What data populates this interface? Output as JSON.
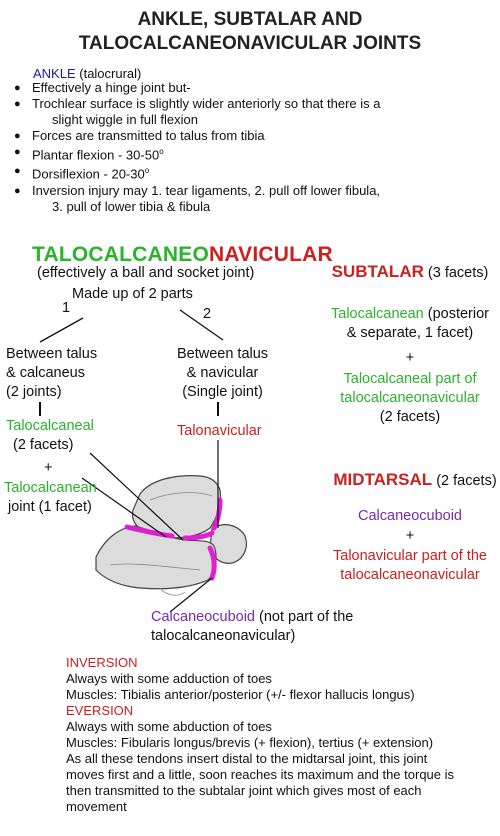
{
  "title": {
    "line1": "ANKLE, SUBTALAR AND",
    "line2": "TALOCALCANEONAVICULAR JOINTS"
  },
  "ankle": {
    "heading": "ANKLE",
    "heading_suffix": " (talocrural)",
    "bullets": [
      {
        "text": "Effectively a hinge joint but-",
        "cont": ""
      },
      {
        "text": "Trochlear surface is slightly wider anteriorly so that there is a",
        "cont": "slight wiggle in full flexion"
      },
      {
        "text": "Forces are transmitted to talus from tibia",
        "cont": ""
      },
      {
        "text": "Plantar flexion - 30-50",
        "sup": "o",
        "cont": ""
      },
      {
        "text": "Dorsiflexion - 20-30",
        "sup": "o",
        "cont": ""
      },
      {
        "text": "Inversion injury may 1. tear ligaments, 2. pull off lower fibula,",
        "cont": "3. pull of lower tibia & fibula"
      }
    ]
  },
  "tcn": {
    "title_green": "TALOCALCANEO",
    "title_red": "NAVICULAR",
    "subtitle": "(effectively a ball and socket joint)",
    "made_up": "Made up of 2 parts",
    "num1": "1",
    "num2": "2",
    "left_branch": [
      "Between talus",
      "& calcaneus",
      "(2 joints)"
    ],
    "right_branch": [
      "Between talus",
      "& navicular",
      "(Single joint)"
    ],
    "talocalcaneal": "Talocalcaneal",
    "talocalcaneal_facets": "(2 facets)",
    "plus": "+",
    "talocalcanean": "Talocalcanean",
    "talocalcanean_joint": "joint (1 facet)",
    "talonavicular": "Talonavicular",
    "calcaneocuboid": "Calcaneocuboid",
    "calcaneocuboid_note": " (not part of the",
    "calcaneocuboid_note2": "talocalcaneonavicular)"
  },
  "subtalar": {
    "title": "SUBTALAR",
    "facets": " (3 facets)",
    "item1_green": "Talocalcanean",
    "item1_rest": " (posterior",
    "item1_line2": "& separate, 1 facet)",
    "plus": "+",
    "item2_line1": "Talocalcaneal part of",
    "item2_line2": "talocalcaneonavicular",
    "item2_line3": "(2 facets)"
  },
  "midtarsal": {
    "title": "MIDTARSAL",
    "facets": " (2 facets)",
    "item1": "Calcaneocuboid",
    "plus": "+",
    "item2_line1": "Talonavicular part of the",
    "item2_line2": "talocalcaneonavicular"
  },
  "bottom": {
    "inversion": "INVERSION",
    "inv1": "Always with some adduction of toes",
    "inv2": "Muscles: Tibialis anterior/posterior (+/- flexor hallucis longus)",
    "eversion": "EVERSION",
    "ev1": "Always with some abduction of toes",
    "ev2": "Muscles: Fibularis longus/brevis (+ flexion), tertius (+ extension)",
    "ev3": "As all these tendons insert distal to the midtarsal joint, this joint",
    "ev4": "moves first and a little, soon reaches its maximum and the torque is",
    "ev5": "then transmitted to the subtalar joint which gives most of each",
    "ev6": "movement"
  },
  "colors": {
    "green": "#2bb32b",
    "red": "#cc1f1f",
    "purple": "#7a2aa8",
    "blue": "#1a1aa8",
    "magenta": "#e020d0",
    "bone": "#dcdcdc"
  }
}
